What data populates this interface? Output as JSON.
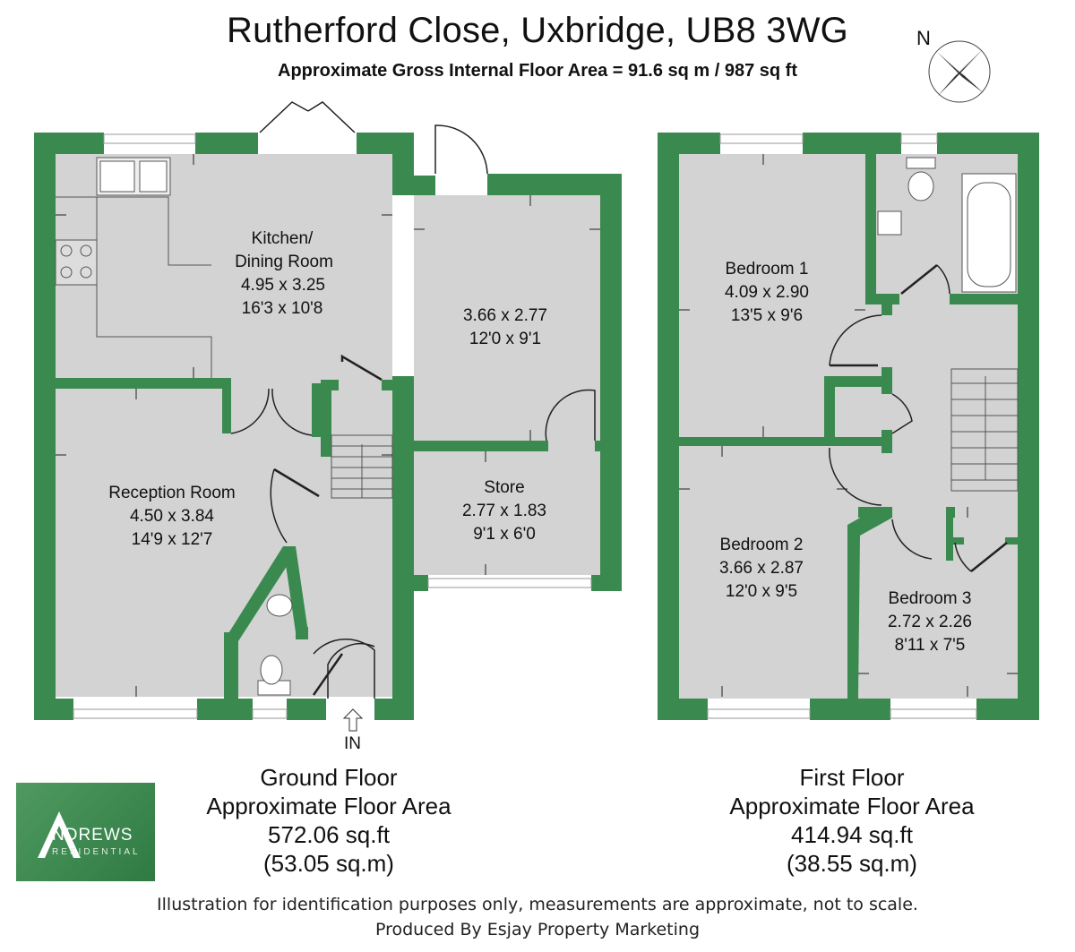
{
  "header": {
    "title": "Rutherford Close, Uxbridge, UB8 3WG",
    "subtitle": "Approximate Gross Internal Floor Area = 91.6 sq m / 987 sq ft",
    "north": "N"
  },
  "colors": {
    "wall": "#3a8a4f",
    "floor": "#d3d3d3",
    "logo": "#3d8a50"
  },
  "ground_floor": {
    "entrance_label": "IN",
    "rooms": [
      {
        "name": "Kitchen/",
        "name2": "Dining Room",
        "metric": "4.95 x 3.25",
        "imperial": "16'3 x 10'8"
      },
      {
        "name": "",
        "metric": "3.66 x 2.77",
        "imperial": "12'0 x 9'1"
      },
      {
        "name": "Reception Room",
        "metric": "4.50 x 3.84",
        "imperial": "14'9 x 12'7"
      },
      {
        "name": "Store",
        "metric": "2.77 x 1.83",
        "imperial": "9'1 x 6'0"
      }
    ],
    "caption": {
      "line1": "Ground Floor",
      "line2": "Approximate Floor Area",
      "line3": "572.06 sq.ft",
      "line4": "(53.05 sq.m)"
    }
  },
  "first_floor": {
    "rooms": [
      {
        "name": "Bedroom 1",
        "metric": "4.09 x 2.90",
        "imperial": "13'5 x 9'6"
      },
      {
        "name": "Bedroom 2",
        "metric": "3.66 x 2.87",
        "imperial": "12'0 x 9'5"
      },
      {
        "name": "Bedroom 3",
        "metric": "2.72 x 2.26",
        "imperial": "8'11 x 7'5"
      }
    ],
    "caption": {
      "line1": "First Floor",
      "line2": "Approximate Floor Area",
      "line3": "414.94 sq.ft",
      "line4": "(38.55 sq.m)"
    }
  },
  "logo": {
    "brand": "NDREWS",
    "sub": "RESIDENTIAL"
  },
  "footer": {
    "line1": "Illustration for identification purposes only, measurements are approximate, not to scale.",
    "line2": "Produced By Esjay Property Marketing"
  }
}
